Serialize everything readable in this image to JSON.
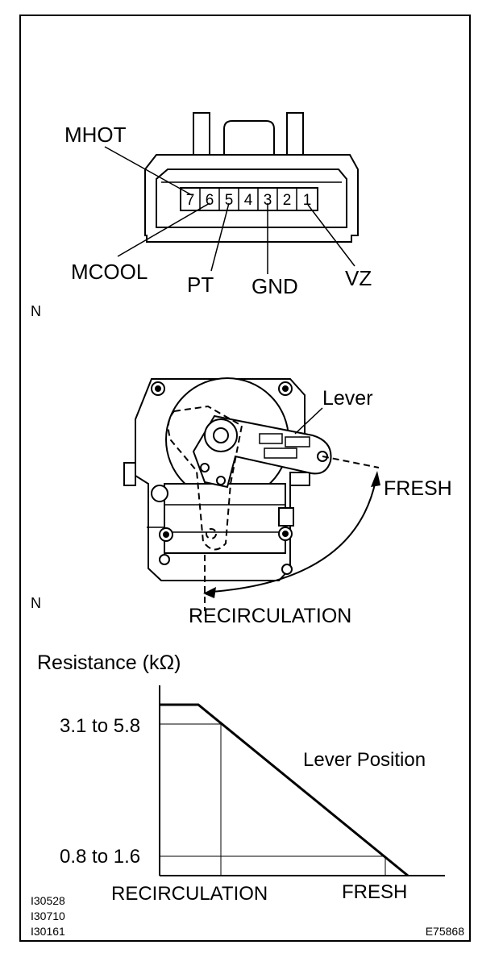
{
  "connector": {
    "pins": [
      "7",
      "6",
      "5",
      "4",
      "3",
      "2",
      "1"
    ],
    "labels": {
      "mhot": "MHOT",
      "mcool": "MCOOL",
      "pt": "PT",
      "gnd": "GND",
      "vz": "VZ"
    }
  },
  "markers": {
    "n1": "N",
    "n2": "N"
  },
  "actuator": {
    "lever": "Lever",
    "fresh": "FRESH",
    "recirculation": "RECIRCULATION"
  },
  "graph": {
    "y_axis_title": "Resistance (kΩ)",
    "y_high": "3.1 to 5.8",
    "y_low": "0.8 to 1.6",
    "curve_label": "Lever Position",
    "x_left": "RECIRCULATION",
    "x_right": "FRESH"
  },
  "codes": {
    "left": [
      "I30528",
      "I30710",
      "I30161"
    ],
    "right": "E75868"
  }
}
